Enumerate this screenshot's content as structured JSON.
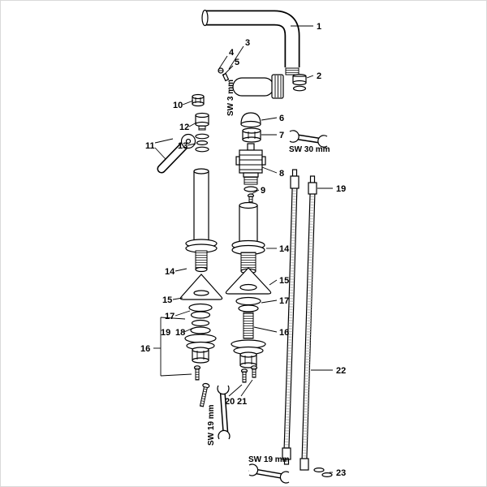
{
  "colors": {
    "line": "#000000",
    "background": "#ffffff",
    "border": "#d9d9d9",
    "hose_fill": "#cccccc"
  },
  "callouts": {
    "n1": "1",
    "n2": "2",
    "n3": "3",
    "n4": "4",
    "n5": "5",
    "n6": "6",
    "n7": "7",
    "n8": "8",
    "n9": "9",
    "n10": "10",
    "n11": "11",
    "n12": "12",
    "n13": "13",
    "n14_right": "14",
    "n14_left": "14",
    "n15_right": "15",
    "n15_left": "15",
    "n16_right": "16",
    "n16_left": "16",
    "n17_right": "17",
    "n17_left": "17",
    "n18": "18",
    "n19_left": "19",
    "n19_right": "19",
    "n20": "20",
    "n21": "21",
    "n22": "22",
    "n23": "23"
  },
  "annotations": {
    "sw3": "SW 3 mm",
    "sw30": "SW 30 mm",
    "sw19_vertical": "SW 19 mm",
    "sw19_bottom": "SW 19 mm"
  }
}
